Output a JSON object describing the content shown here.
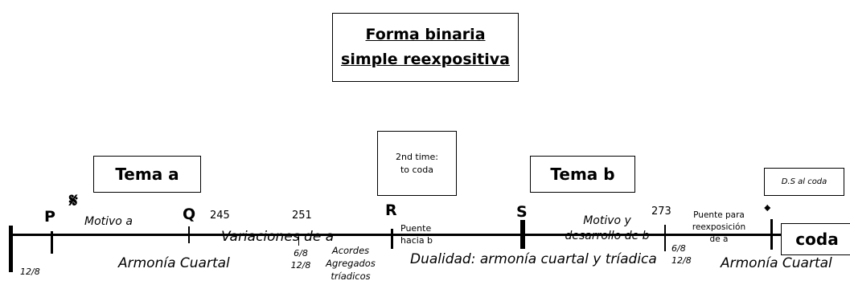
{
  "title": {
    "line1": "Forma binaria",
    "line2": "simple reexpositiva"
  },
  "boxes": {
    "tema_a": "Tema a",
    "second_time_line1": "2nd time:",
    "second_time_line2": "to coda",
    "tema_b": "Tema b",
    "ds_al_coda": "D.S al coda",
    "coda": "coda"
  },
  "rehearsal_marks": {
    "p": "P",
    "q": "Q",
    "r": "R",
    "s": "S"
  },
  "symbols": {
    "segno": "𝄋",
    "coda_sign": "𝄌"
  },
  "measures": {
    "m245": "245",
    "m251": "251",
    "m273": "273"
  },
  "labels": {
    "motivo_a": "Motivo a",
    "variaciones": "Variaciones de a",
    "puente_b_line1": "Puente",
    "puente_b_line2": "hacia b",
    "motivo_b_line1": "Motivo y",
    "motivo_b_line2": "desarrollo de b",
    "puente_re_line1": "Puente para",
    "puente_re_line2": "reexposición",
    "puente_re_line3": "de a"
  },
  "meters": {
    "start": "12/8",
    "change1_top": "6/8",
    "change1_bottom": "12/8",
    "change2_top": "6/8",
    "change2_bottom": "12/8"
  },
  "harmony": {
    "cuartal_1": "Armonía Cuartal",
    "acordes_line1": "Acordes",
    "acordes_line2": "Agregados",
    "acordes_line3": "tríadicos",
    "dualidad": "Dualidad: armonía cuartal y tríadica",
    "cuartal_2": "Armonía Cuartal"
  }
}
